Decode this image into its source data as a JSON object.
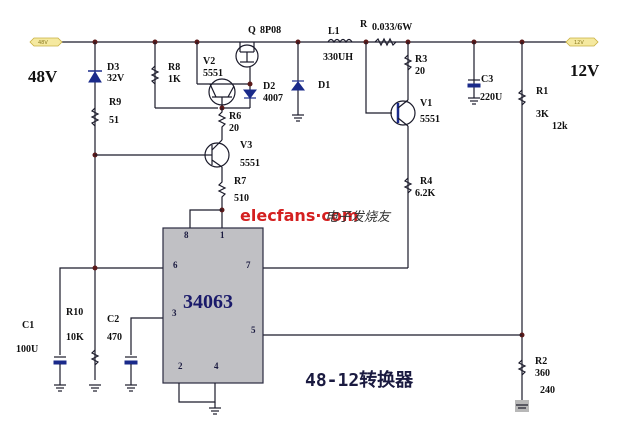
{
  "title": "48-12转换器",
  "input": {
    "port_label": "48V",
    "voltage_label": "48V"
  },
  "output": {
    "port_label": "12V",
    "voltage_label": "12V"
  },
  "chip": {
    "name": "34063",
    "pins": [
      "8",
      "1",
      "6",
      "7",
      "3",
      "5",
      "2",
      "4"
    ]
  },
  "watermark": {
    "brand": "elecfans",
    "domain": "·com",
    "cn": "电子发烧友"
  },
  "components": {
    "Q": {
      "ref": "Q",
      "value": "8P08"
    },
    "L1": {
      "ref": "L1",
      "value": "330UH"
    },
    "R": {
      "ref": "R",
      "value": "0.033/6W"
    },
    "D3": {
      "ref": "D3",
      "value": "32V"
    },
    "R9": {
      "ref": "R9",
      "value": "51"
    },
    "R8": {
      "ref": "R8",
      "value": "1K"
    },
    "V2": {
      "ref": "V2",
      "value": "5551"
    },
    "D2": {
      "ref": "D2",
      "value": "4007"
    },
    "D1": {
      "ref": "D1",
      "value": ""
    },
    "R6": {
      "ref": "R6",
      "value": "20"
    },
    "V3": {
      "ref": "V3",
      "value": "5551"
    },
    "R7": {
      "ref": "R7",
      "value": "510"
    },
    "R3": {
      "ref": "R3",
      "value": "20"
    },
    "V1": {
      "ref": "V1",
      "value": "5551"
    },
    "R4": {
      "ref": "R4",
      "value": "6.2K"
    },
    "C3": {
      "ref": "C3",
      "value": "220U"
    },
    "R1": {
      "ref": "R1",
      "value": "3K",
      "alt": "12k"
    },
    "R2": {
      "ref": "R2",
      "value": "360",
      "alt": "240"
    },
    "C1": {
      "ref": "C1",
      "value": "100U"
    },
    "R10": {
      "ref": "R10",
      "value": "10K"
    },
    "C2": {
      "ref": "C2",
      "value": "470"
    }
  }
}
